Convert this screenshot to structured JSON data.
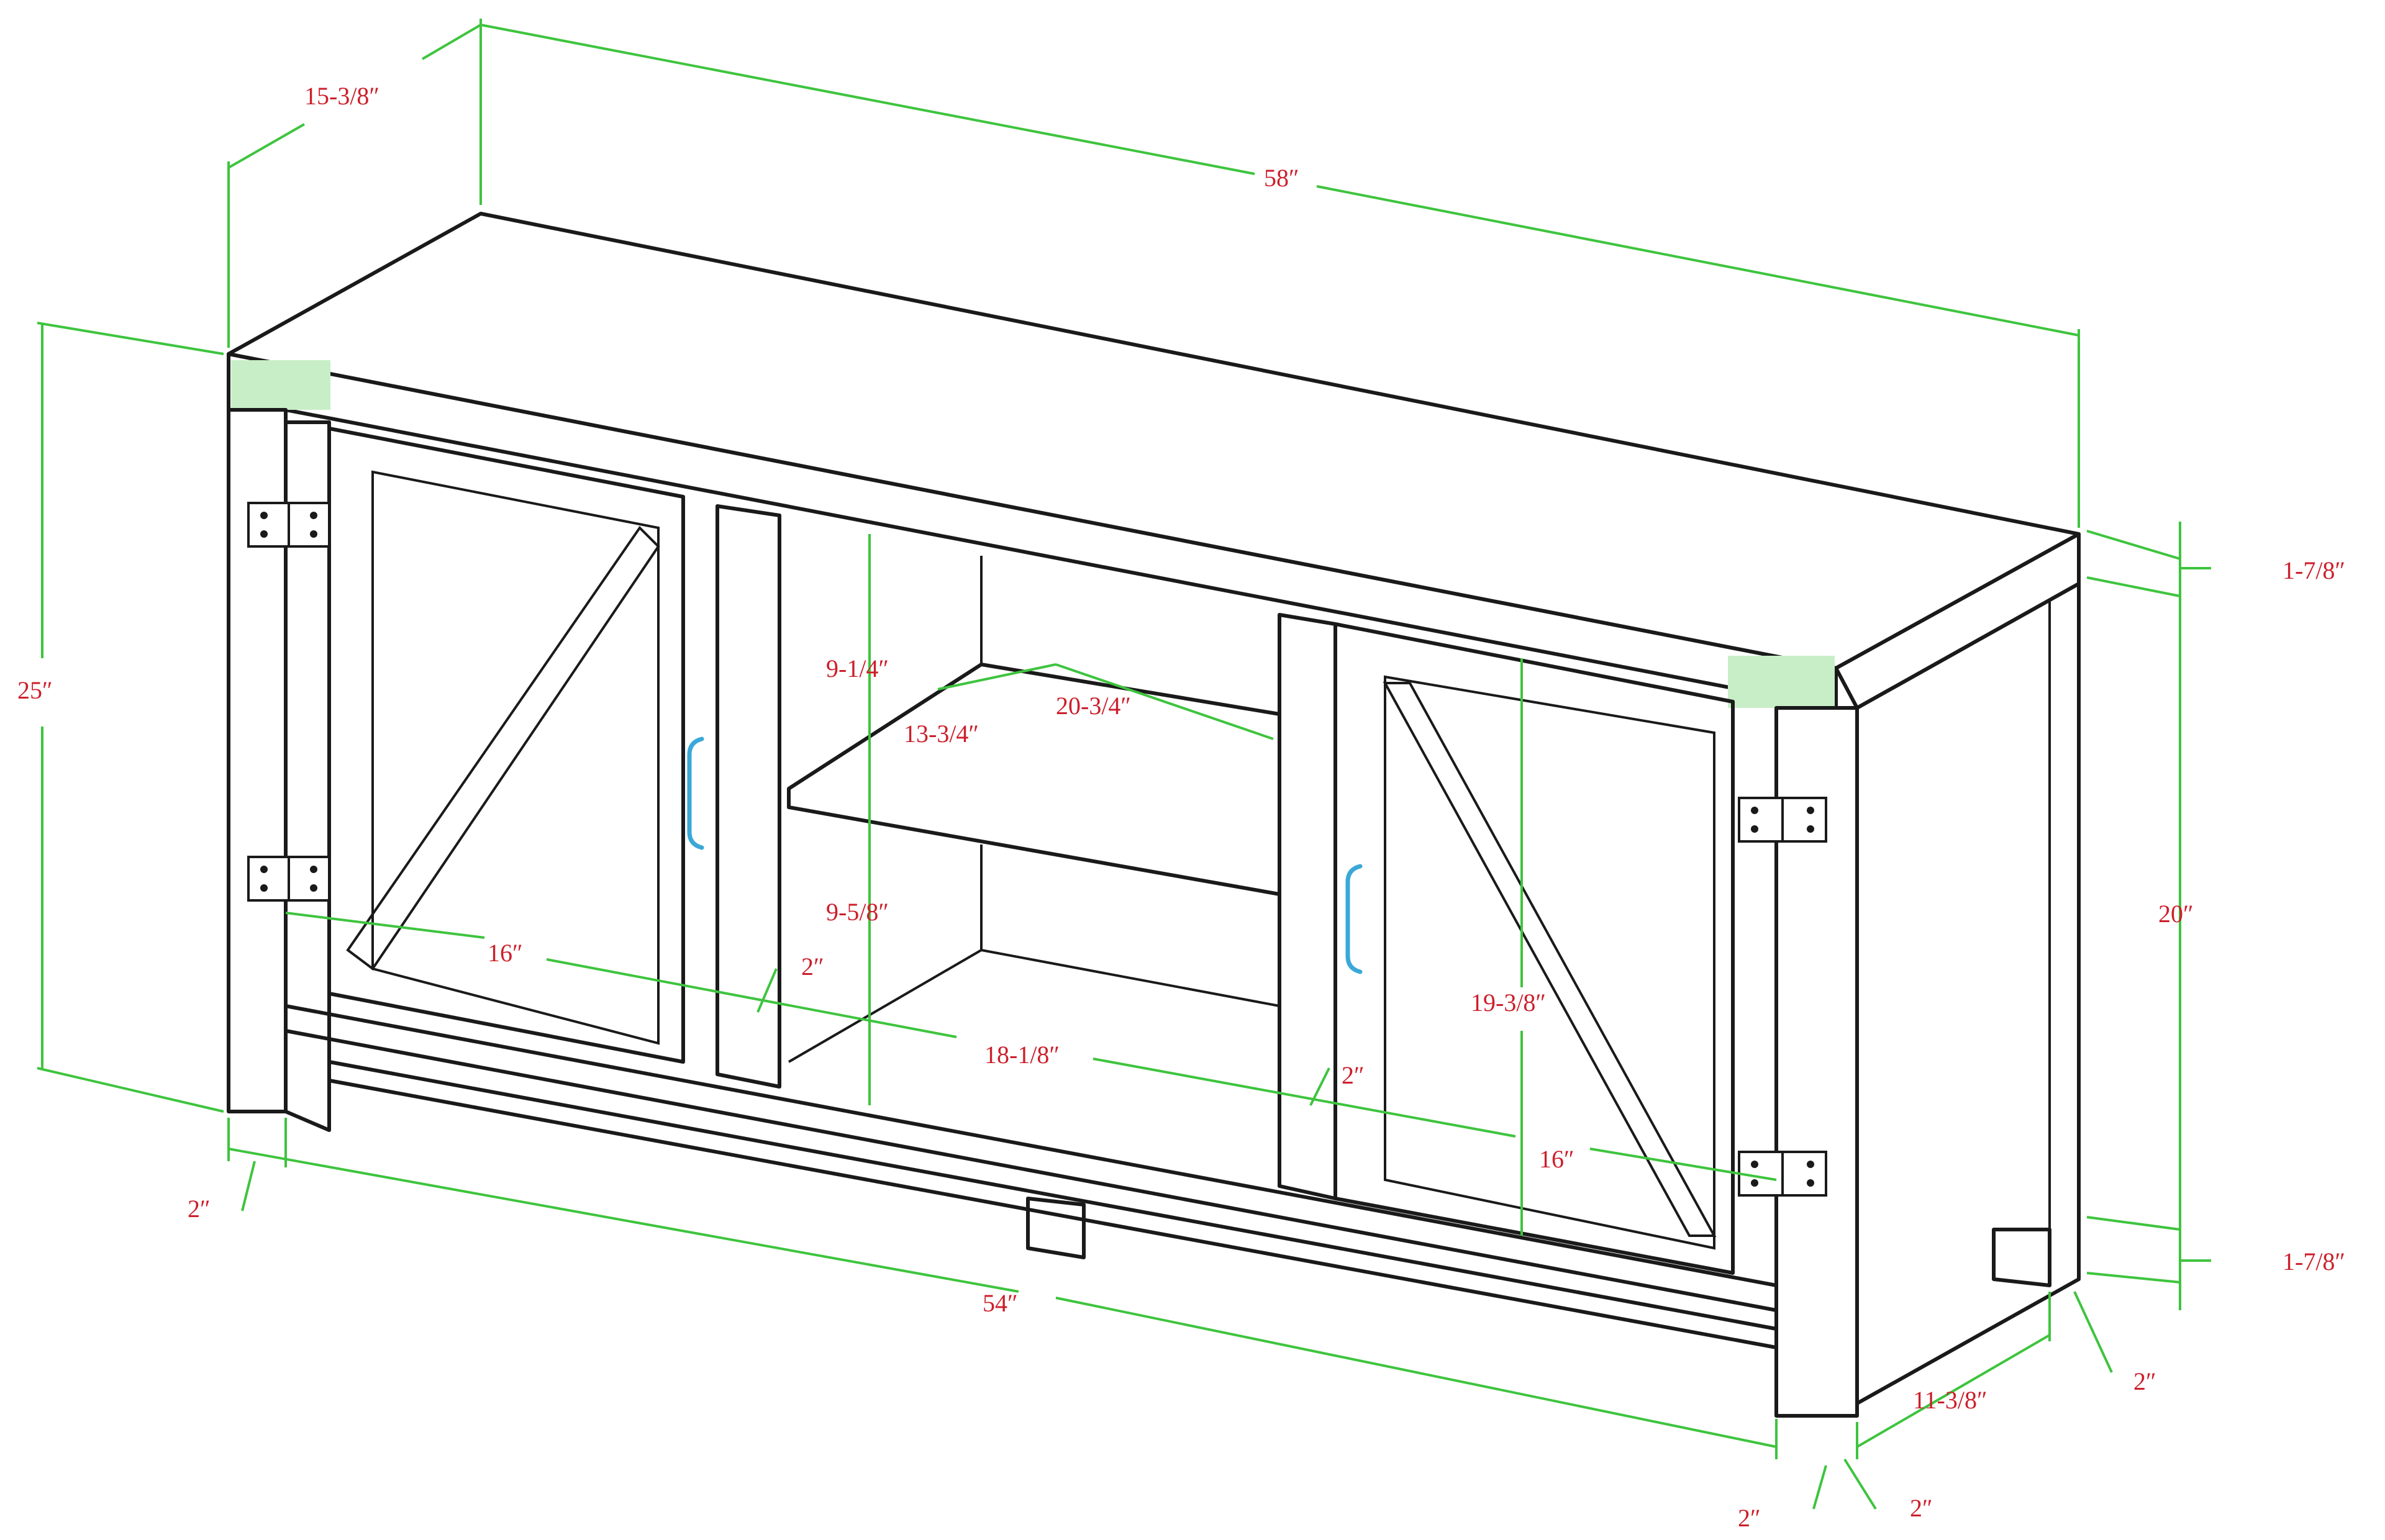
{
  "dimensions": {
    "overall_depth": "15-3/8″",
    "overall_width": "58″",
    "overall_height": "25″",
    "top_thickness": "1-7/8″",
    "side_height": "20″",
    "bottom_rail": "1-7/8″",
    "leg_depth_right": "2″",
    "inner_depth": "11-3/8″",
    "leg_front_a": "2″",
    "leg_front_b": "2″",
    "base_width": "54″",
    "leg_left": "2″",
    "shelf_upper_height": "9-1/4″",
    "shelf_depth": "13-3/4″",
    "shelf_width": "20-3/4″",
    "shelf_lower_height": "9-5/8″",
    "door_left_width": "16″",
    "divider_left": "2″",
    "opening_width": "18-1/8″",
    "divider_right": "2″",
    "door_height": "19-3/8″",
    "door_right_width": "16″"
  }
}
